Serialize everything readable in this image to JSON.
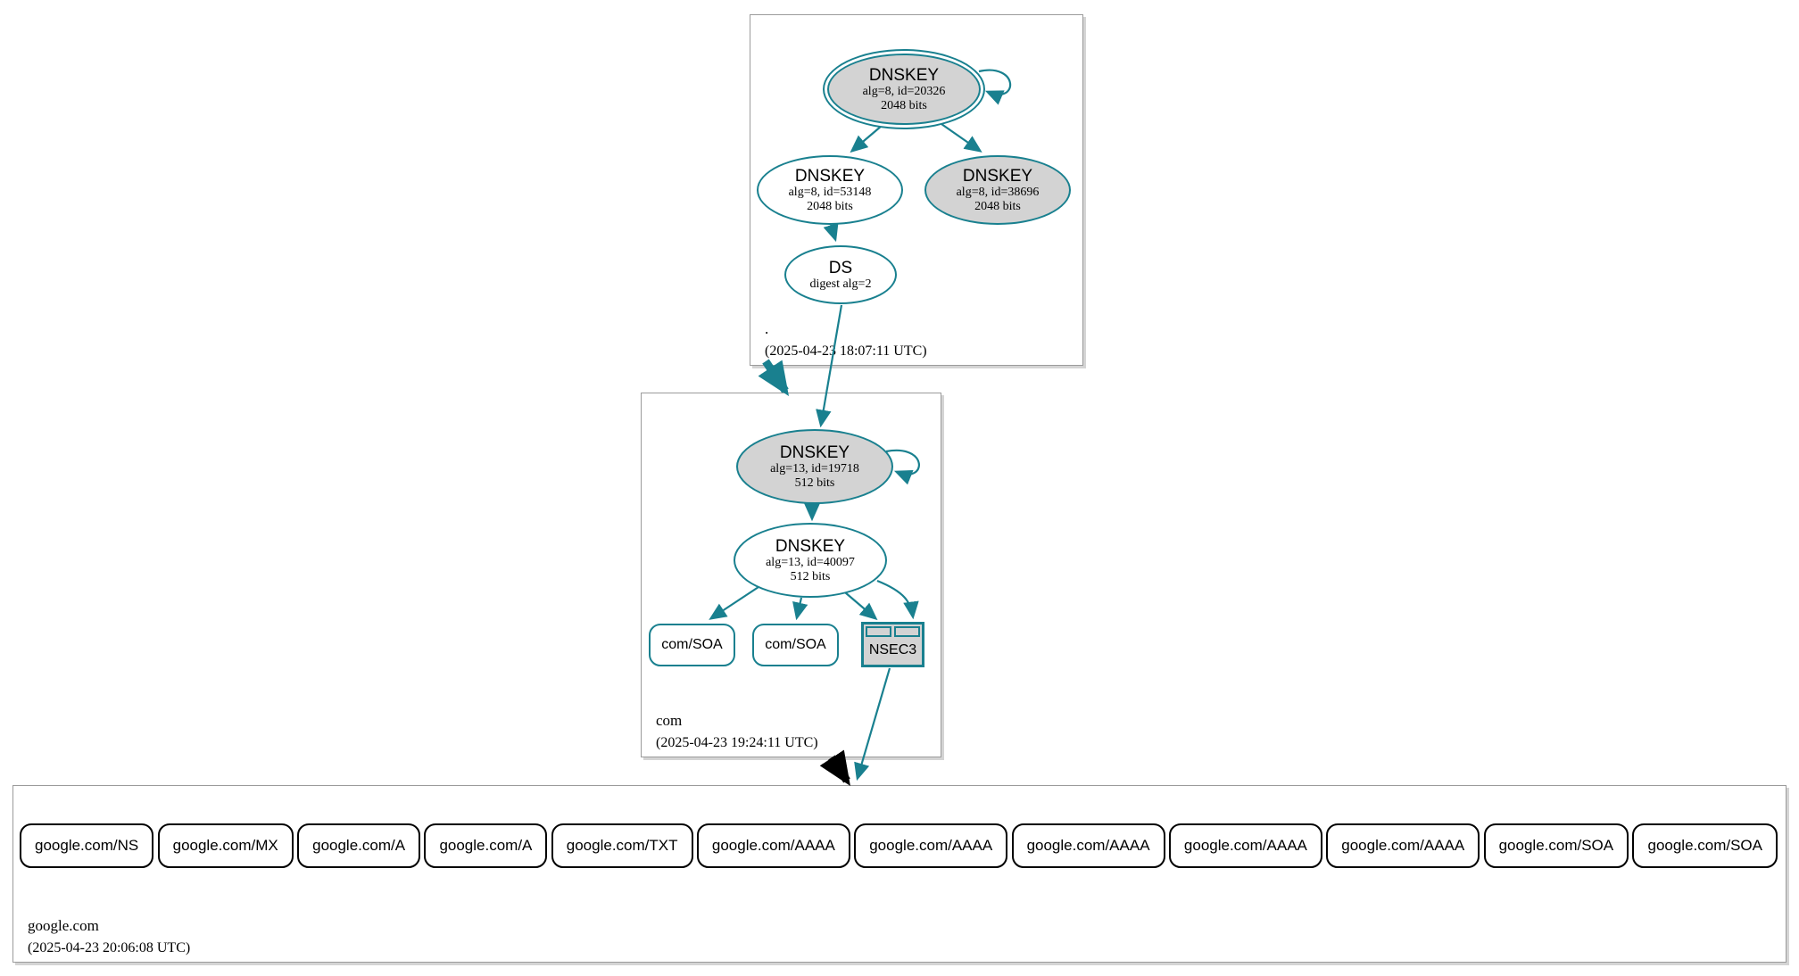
{
  "colors": {
    "secure_teal": "#19808f",
    "node_gray_fill": "#d3d3d3",
    "zone_border_gray": "#9b9b9b",
    "black": "#000000"
  },
  "zones": {
    "root": {
      "name": ".",
      "timestamp": "(2025-04-23 18:07:11 UTC)",
      "ksk": {
        "title": "DNSKEY",
        "detail": "alg=8, id=20326",
        "bits": "2048 bits"
      },
      "zsk": {
        "title": "DNSKEY",
        "detail": "alg=8, id=53148",
        "bits": "2048 bits"
      },
      "key2": {
        "title": "DNSKEY",
        "detail": "alg=8, id=38696",
        "bits": "2048 bits"
      },
      "ds": {
        "title": "DS",
        "detail": "digest alg=2"
      }
    },
    "com": {
      "name": "com",
      "timestamp": "(2025-04-23 19:24:11 UTC)",
      "ksk": {
        "title": "DNSKEY",
        "detail": "alg=13, id=19718",
        "bits": "512 bits"
      },
      "zsk": {
        "title": "DNSKEY",
        "detail": "alg=13, id=40097",
        "bits": "512 bits"
      },
      "soa1": {
        "label": "com/SOA"
      },
      "soa2": {
        "label": "com/SOA"
      },
      "nsec3": {
        "label": "NSEC3"
      }
    },
    "google": {
      "name": "google.com",
      "timestamp": "(2025-04-23 20:06:08 UTC)",
      "rrsets": [
        "google.com/NS",
        "google.com/MX",
        "google.com/A",
        "google.com/A",
        "google.com/TXT",
        "google.com/AAAA",
        "google.com/AAAA",
        "google.com/AAAA",
        "google.com/AAAA",
        "google.com/AAAA",
        "google.com/SOA",
        "google.com/SOA"
      ]
    }
  }
}
